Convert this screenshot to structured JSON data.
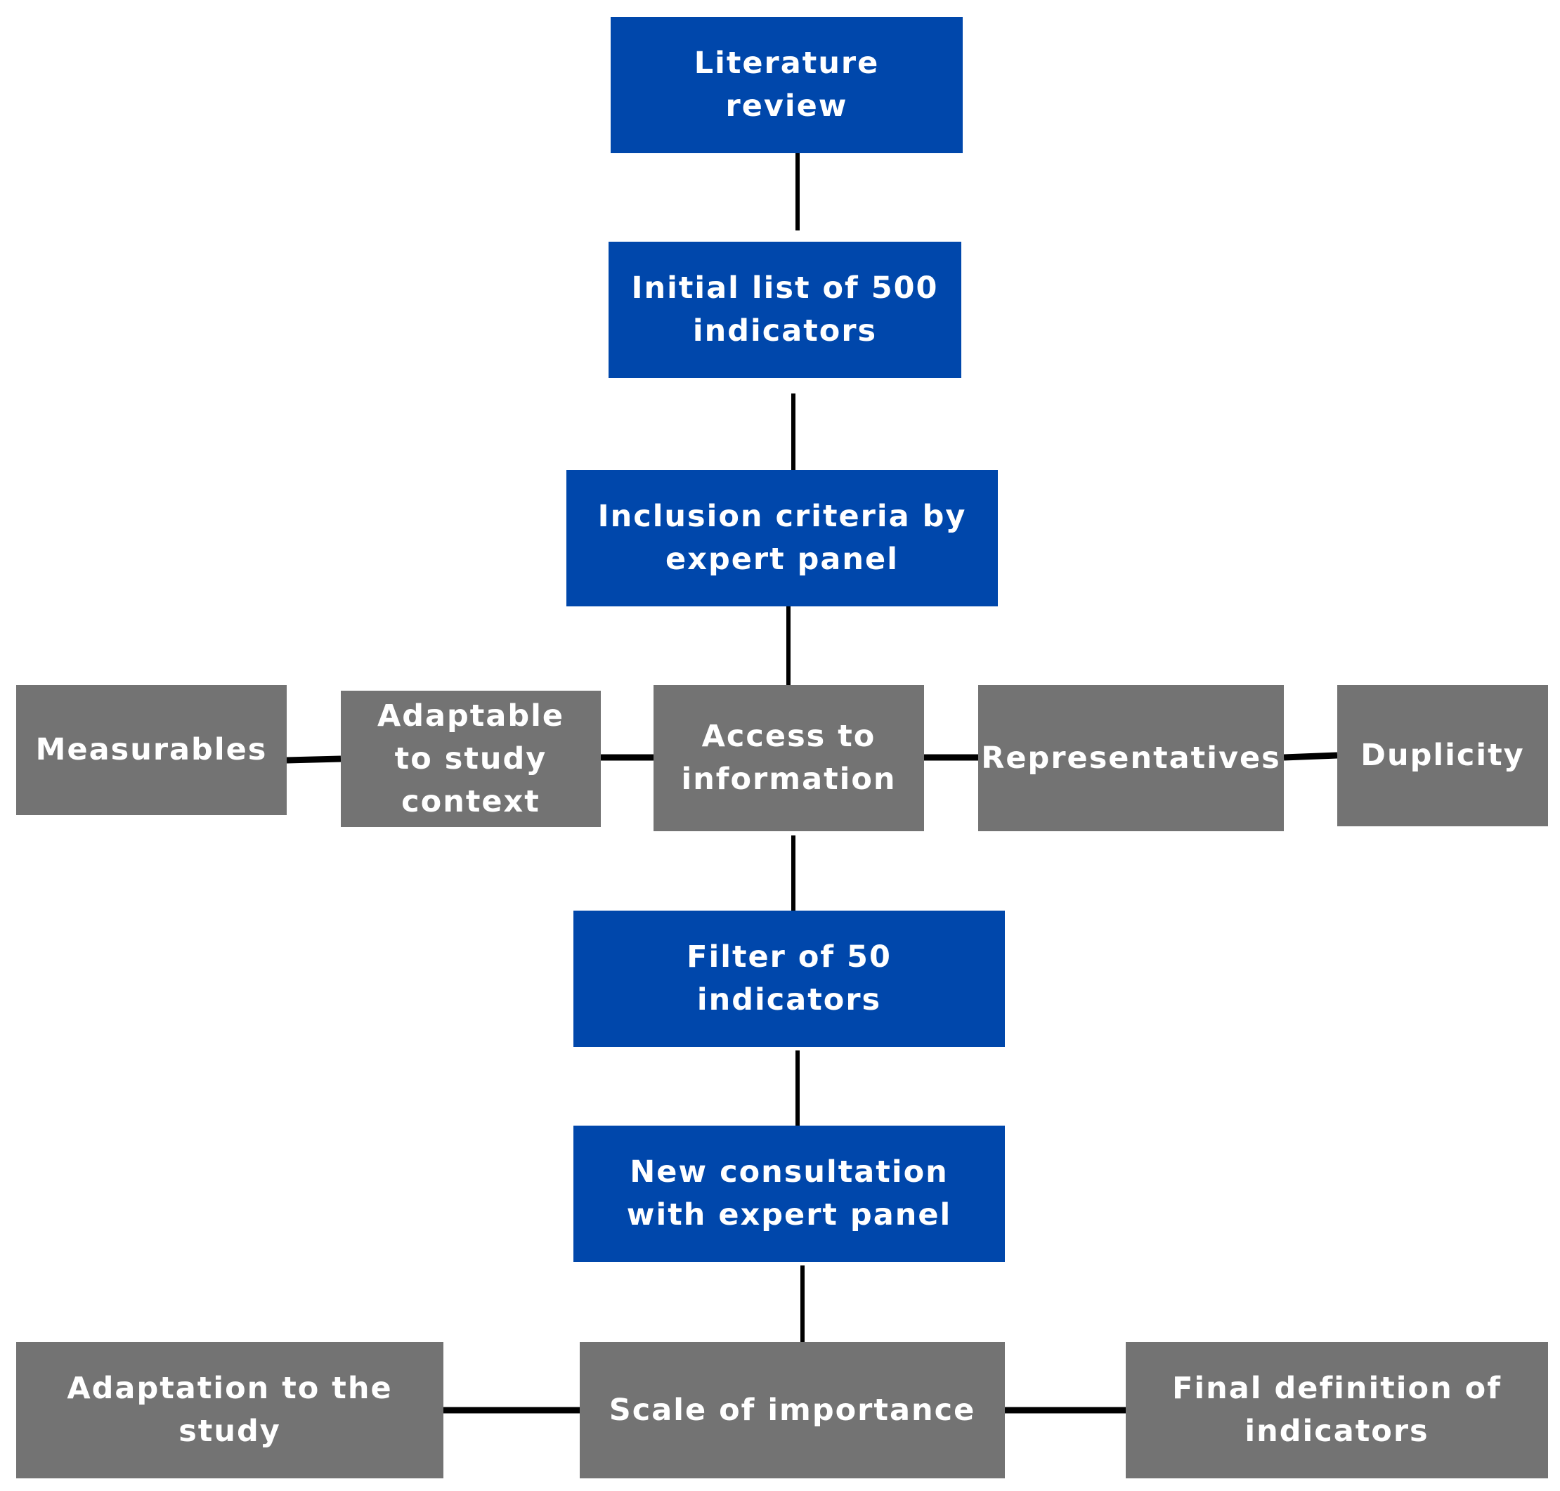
{
  "nodes": {
    "literature_review": "Literature review",
    "initial_list": "Initial list of 500 indicators",
    "inclusion_criteria": "Inclusion criteria by expert panel",
    "measurables": "Measurables",
    "adaptable": "Adaptable to study context",
    "access": "Access to information",
    "representatives": "Representatives",
    "duplicity": "Duplicity",
    "filter": "Filter of 50 indicators",
    "new_consultation": "New consultation with expert panel",
    "adaptation": "Adaptation to the study",
    "scale": "Scale of importance",
    "final_definition": "Final definition of indicators"
  },
  "colors": {
    "primary_box": "#0047ab",
    "secondary_box": "#737373",
    "connector": "#000000",
    "text": "#ffffff"
  }
}
